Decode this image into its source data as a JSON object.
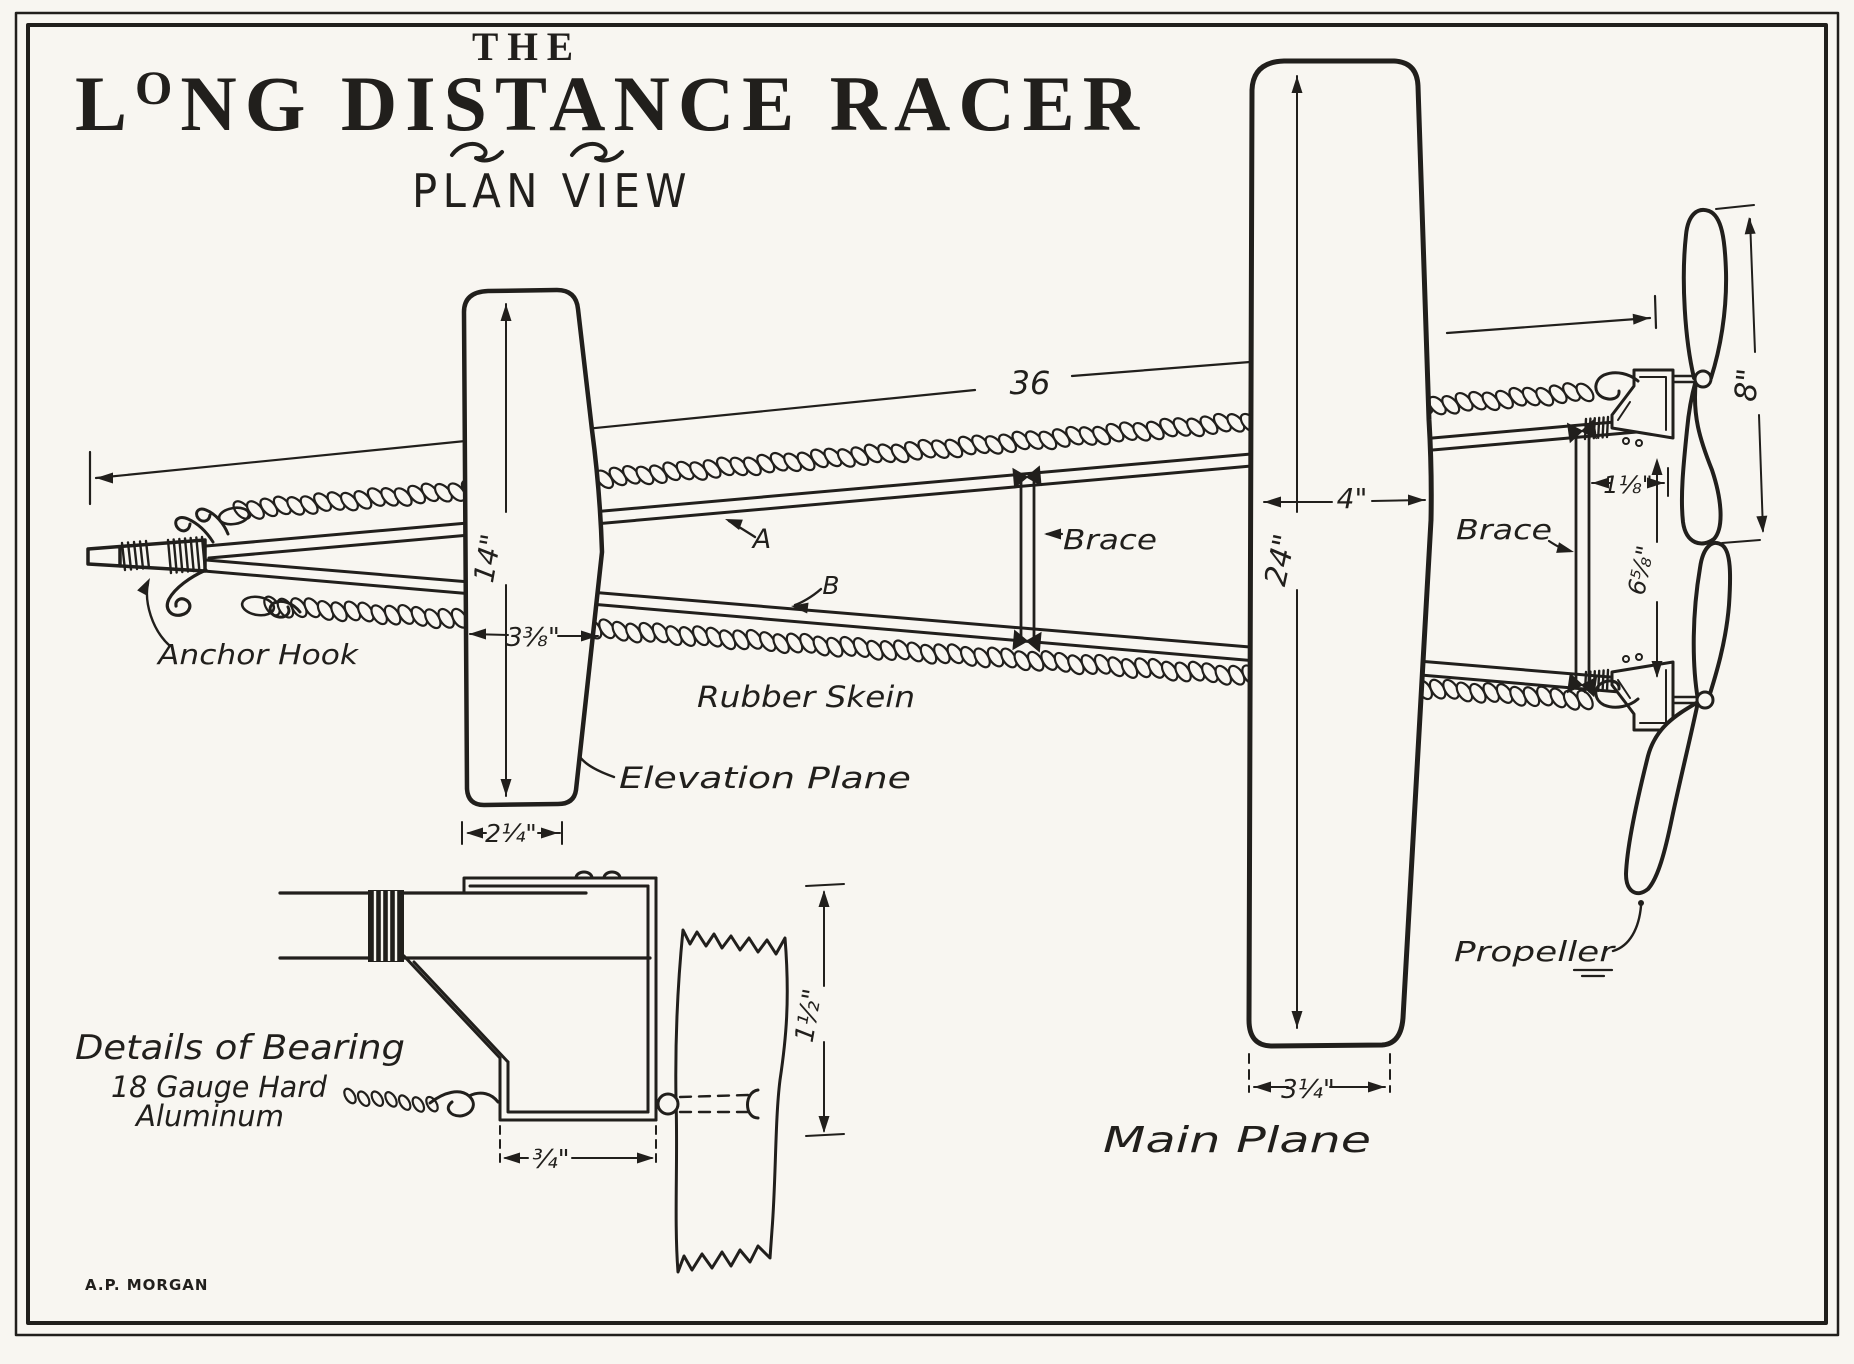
{
  "page": {
    "bg": "#f8f6f1",
    "ink": "#211f1c"
  },
  "title": {
    "the": "THE",
    "l": "L",
    "o": "O",
    "rest": "NG DISTANCE RACER",
    "subtitle": "PLAN VIEW"
  },
  "labels": {
    "anchor_hook": "Anchor Hook",
    "spar_a": "A",
    "spar_b": "B",
    "rubber_skein": "Rubber Skein",
    "elevation_plane": "Elevation Plane",
    "brace_mid": "Brace",
    "brace_rear": "Brace",
    "propeller": "Propeller",
    "main_plane": "Main Plane"
  },
  "dimensions": {
    "overall_length": "36",
    "elevation_span": "14\"",
    "elevation_chord": "3⅜\"",
    "elevation_tip_chord": "2¼\"",
    "main_chord": "4\"",
    "main_span": "24\"",
    "main_tip_chord": "3¼\"",
    "shaft_offset": "1⅛\"",
    "shaft_spacing": "6⅝\"",
    "propeller_length": "8\"",
    "bearing_height": "1½\"",
    "bearing_width": "¾\""
  },
  "detail_inset": {
    "title": "Details of Bearing",
    "material_line1": "18 Gauge Hard",
    "material_line2": "Aluminum"
  },
  "signature": "A.P. MORGAN"
}
